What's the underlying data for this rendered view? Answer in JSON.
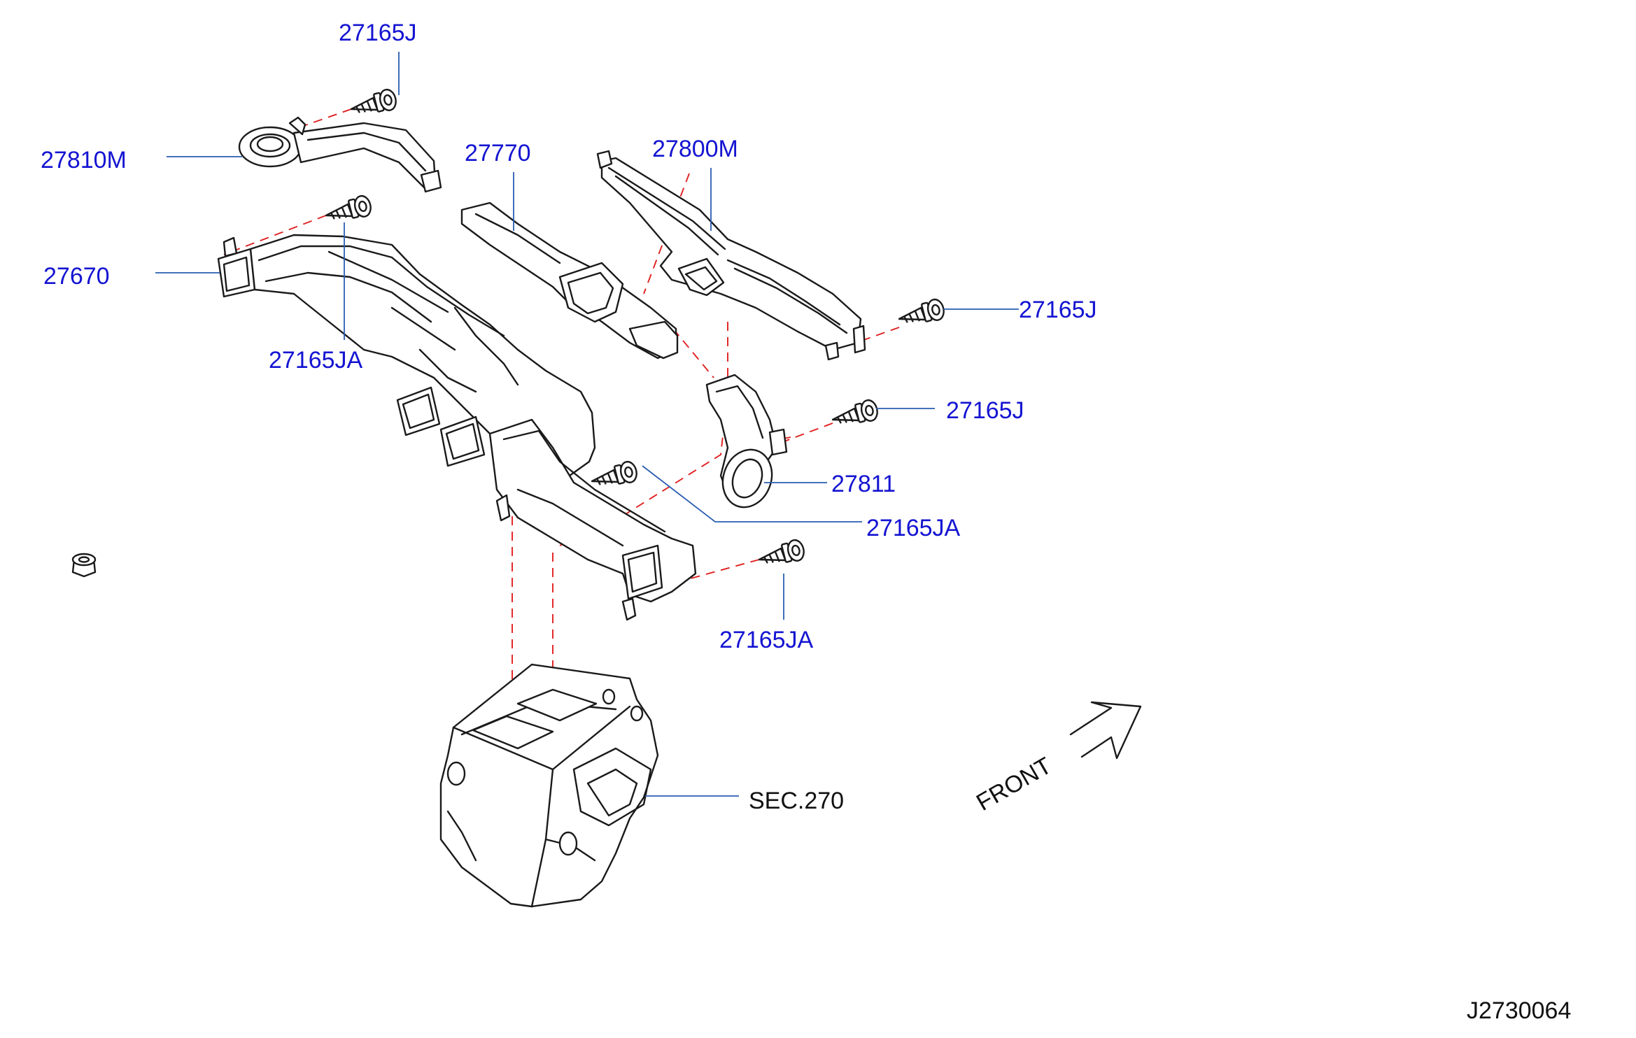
{
  "colors": {
    "label": "#1414d2",
    "leader": "#2a5db0",
    "dashed": "#e02020",
    "line": "#1a1a1a"
  },
  "labels": {
    "p27165J_top": "27165J",
    "p27810M": "27810M",
    "p27770": "27770",
    "p27800M": "27800M",
    "p27670": "27670",
    "p27165JA_left": "27165JA",
    "p27165J_right": "27165J",
    "p27165J_mid": "27165J",
    "p27811": "27811",
    "p27165JA_mid": "27165JA",
    "p27165JA_bottom": "27165JA",
    "sec270": "SEC.270",
    "front": "FRONT",
    "drawing_number": "J2730064"
  },
  "icons": {
    "screw": "screw-icon",
    "grommet": "grommet-icon",
    "front_arrow": "front-arrow-icon"
  }
}
